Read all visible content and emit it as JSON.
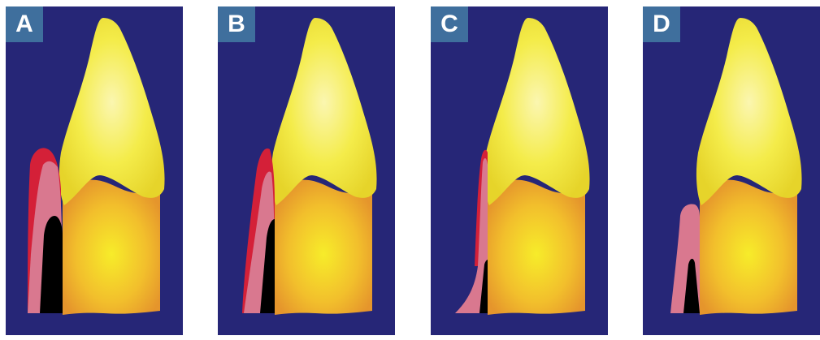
{
  "panels": [
    {
      "label": "A",
      "stage": "a"
    },
    {
      "label": "B",
      "stage": "b"
    },
    {
      "label": "C",
      "stage": "c"
    },
    {
      "label": "D",
      "stage": "d"
    }
  ],
  "colors": {
    "background": "#262677",
    "label_box": "#3f6f9d",
    "crown": "#f2ea3a",
    "root": "#f0b02e",
    "gingiva": "#d9788f",
    "inflamed_gingiva": "#d42038",
    "pocket": "#000000"
  }
}
